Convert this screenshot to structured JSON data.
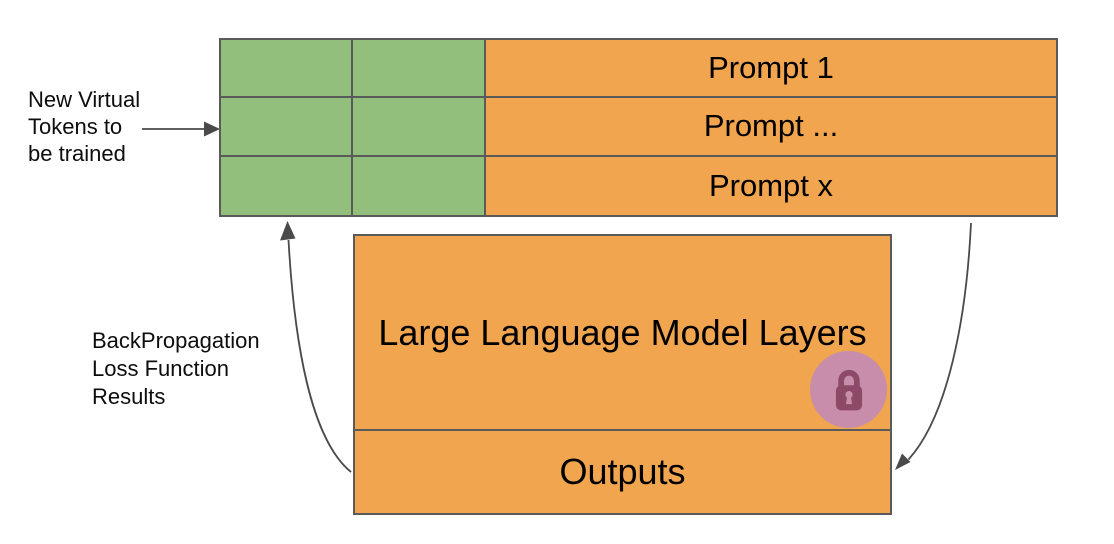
{
  "labels": {
    "virtual_tokens": "New Virtual\nTokens to\nbe trained",
    "backprop": "BackPropagation\nLoss Function\nResults"
  },
  "prompt_table": {
    "rows": [
      {
        "label": "Prompt 1"
      },
      {
        "label": "Prompt ..."
      },
      {
        "label": "Prompt x"
      }
    ]
  },
  "model_box": {
    "title": "Large Language Model Layers",
    "output_label": "Outputs"
  },
  "icons": {
    "lock": "lock-icon"
  },
  "colors": {
    "token_green": "#93bf7d",
    "prompt_orange": "#f0a54e",
    "border_gray": "#5a5a5a",
    "arrow_gray": "#4a4a4a",
    "lock_circle_pink": "#c78dab",
    "lock_glyph_maroon": "#8c4a67"
  }
}
